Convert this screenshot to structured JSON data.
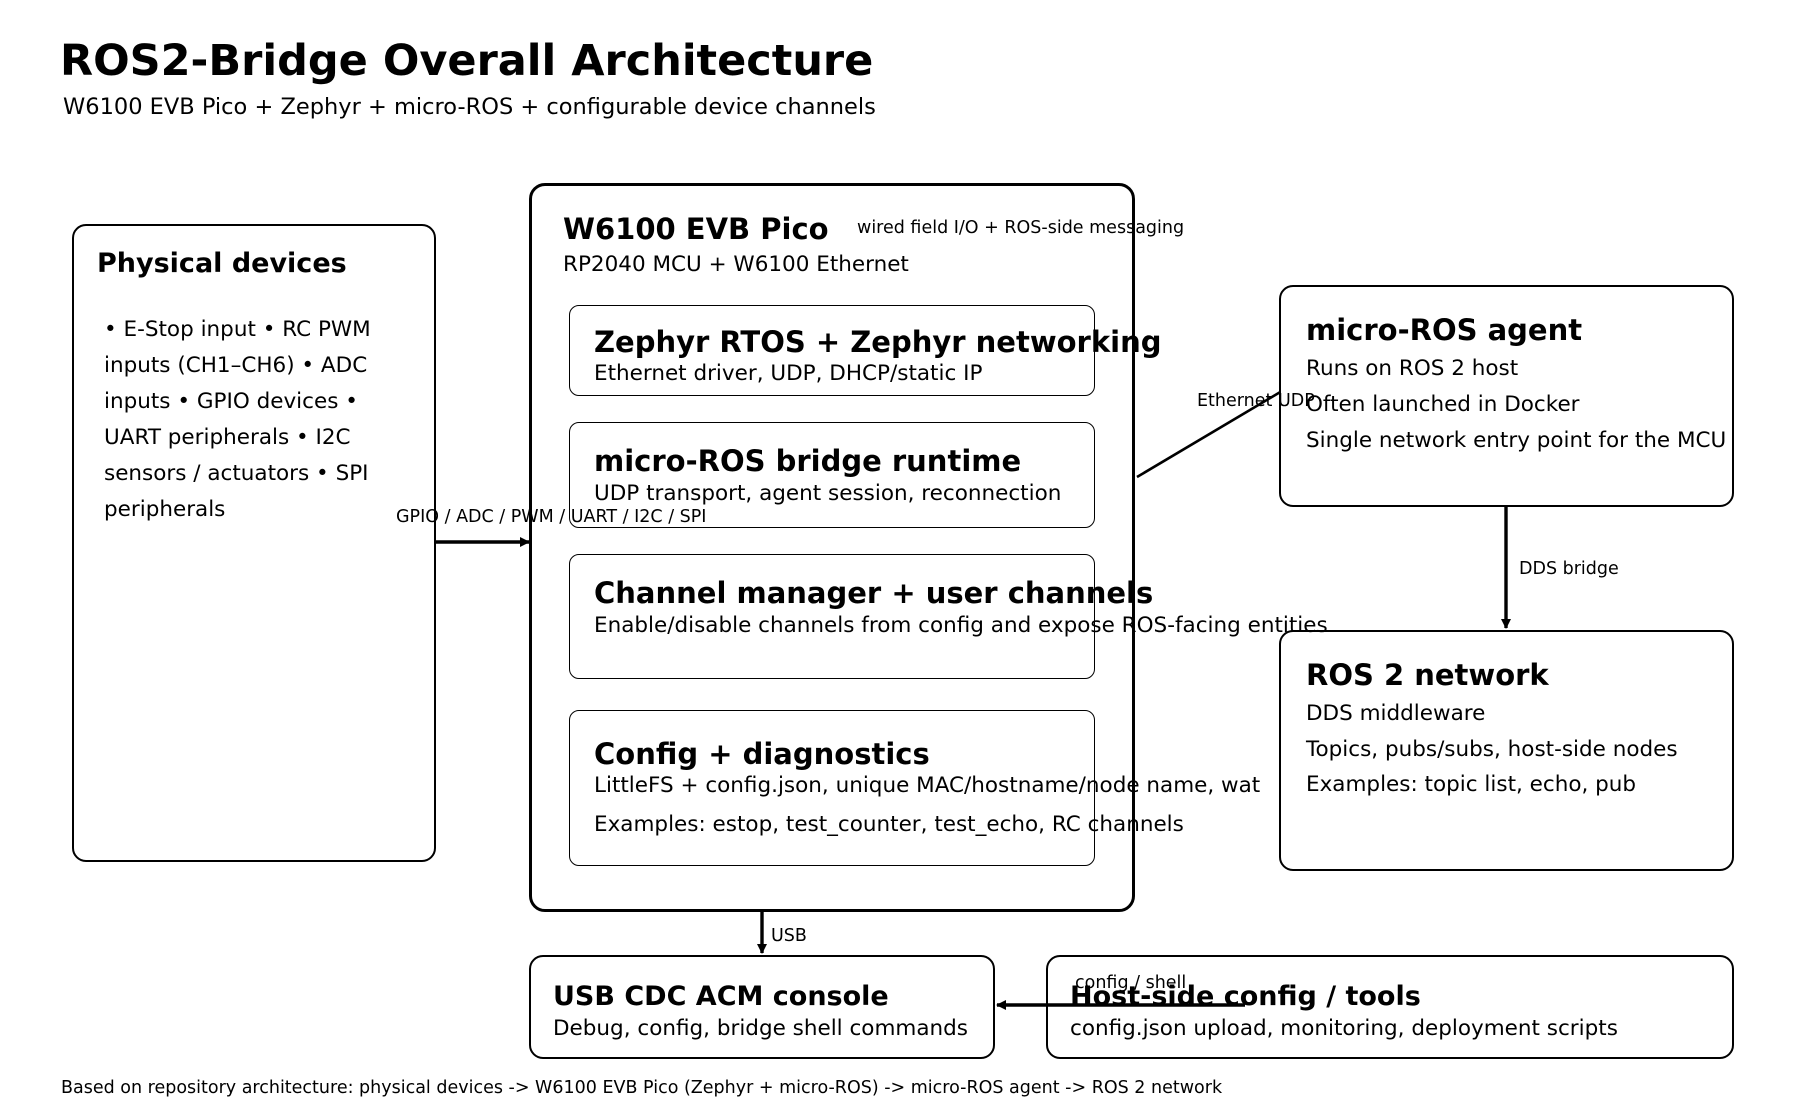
{
  "header": {
    "title": "ROS2-Bridge Overall Architecture",
    "subtitle": "W6100 EVB Pico + Zephyr + micro-ROS + configurable device channels"
  },
  "physical": {
    "title": "Physical devices",
    "text": "• E-Stop input • RC PWM inputs (CH1–CH6) • ADC inputs • GPIO devices • UART peripherals • I2C sensors / actuators • SPI peripherals"
  },
  "board": {
    "title": "W6100 EVB Pico",
    "tagline": "wired field I/O + ROS-side messaging",
    "subtitle": "RP2040 MCU + W6100 Ethernet",
    "layers": [
      {
        "title": "Zephyr RTOS + Zephyr networking",
        "lines": [
          "Ethernet driver, UDP, DHCP/static IP"
        ]
      },
      {
        "title": "micro-ROS bridge runtime",
        "lines": [
          "UDP transport, agent session, reconnection"
        ]
      },
      {
        "title": "Channel manager + user channels",
        "lines": [
          "Enable/disable channels from config and expose ROS-facing entities"
        ]
      },
      {
        "title": "Config + diagnostics",
        "lines": [
          "LittleFS + config.json, unique MAC/hostname/node name, wat",
          "Examples: estop, test_counter, test_echo, RC channels"
        ]
      }
    ]
  },
  "agent": {
    "title": "micro-ROS agent",
    "lines": [
      "Runs on ROS 2 host",
      "Often launched in Docker",
      "Single network entry point for the MCU"
    ]
  },
  "network": {
    "title": "ROS 2 network",
    "lines": [
      "DDS middleware",
      "Topics, pubs/subs, host-side nodes",
      "Examples: topic list, echo, pub"
    ]
  },
  "console": {
    "title": "USB CDC ACM console",
    "text": "Debug, config, bridge shell commands"
  },
  "tools": {
    "title": "Host-side config / tools",
    "text": "config.json upload, monitoring, deployment scripts"
  },
  "edges": {
    "gpio": "GPIO / ADC / PWM / UART / I2C / SPI",
    "ethernet": "Ethernet UDP",
    "dds": "DDS bridge",
    "usb": "USB",
    "shell": "config / shell"
  },
  "footer": "Based on repository architecture: physical devices -> W6100 EVB Pico (Zephyr + micro-ROS) -> micro-ROS agent -> ROS 2 network"
}
